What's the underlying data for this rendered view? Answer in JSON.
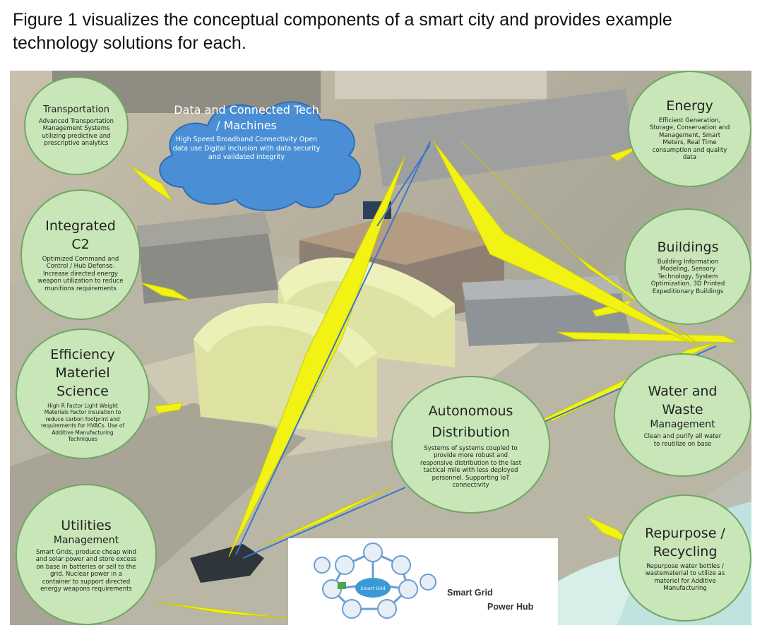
{
  "caption": "Figure 1 visualizes the conceptual components of a smart city and provides example technology solutions for each.",
  "colors": {
    "bubble_fill": "#c8e6b8",
    "bubble_border": "#6fa765",
    "cloud": "#4a8fd6",
    "lightning": "#f2f213"
  },
  "cloud": {
    "title": "Data and Connected Tech / Machines",
    "desc": "High Speed Broadband Connectivity Open data use Digital inclusion with data security and validated integrity"
  },
  "bubbles": {
    "transportation": {
      "title": "Transportation",
      "desc": "Advanced Transportation Management Systems utilizing predictive and prescriptive analytics"
    },
    "integrated_c2": {
      "title": "Integrated C2",
      "desc": "Optimized Command and Control / Hub Defense. Increase directed energy weapon utilization to reduce munitions requirements"
    },
    "efficiency": {
      "title": "Efficiency Materiel Science",
      "desc": "High R Factor Light Weight Materials Factor insulation to reduce carbon footprint and requirements for HVACs. Use of Additive Manufacturing Techniques"
    },
    "utilities": {
      "title": "Utilities",
      "subtitle": "Management",
      "desc": "Smart Grids, produce cheap wind and solar power and store excess on base in batteries or sell to the grid. Nuclear power in a container to support directed energy weapons requirements"
    },
    "energy": {
      "title": "Energy",
      "desc": "Efficient Generation, Storage, Conservation and Management, Smart Meters, Real Time consumption and quality data"
    },
    "buildings": {
      "title": "Buildings",
      "desc": "Building Information Modeling, Sensory Technology, System Optimization. 3D Printed Expeditionary Buildings"
    },
    "water": {
      "title": "Water and Waste",
      "subtitle": "Management",
      "desc": "Clean and purify all water to reutilize on base"
    },
    "autonomous": {
      "title": "Autonomous Distribution",
      "desc": "Systems of systems coupled to provide more robust and responsive distribution to the last tactical mile with less deployed personnel. Supporting IoT connectivity"
    },
    "repurpose": {
      "title": "Repurpose / Recycling",
      "desc": "Repurpose water bottles / wastematerial to utilize as materiel for Additive Manufacturing"
    }
  },
  "hub": {
    "center": "Smart Grid",
    "line1": "Smart Grid",
    "line2": "Power Hub"
  }
}
